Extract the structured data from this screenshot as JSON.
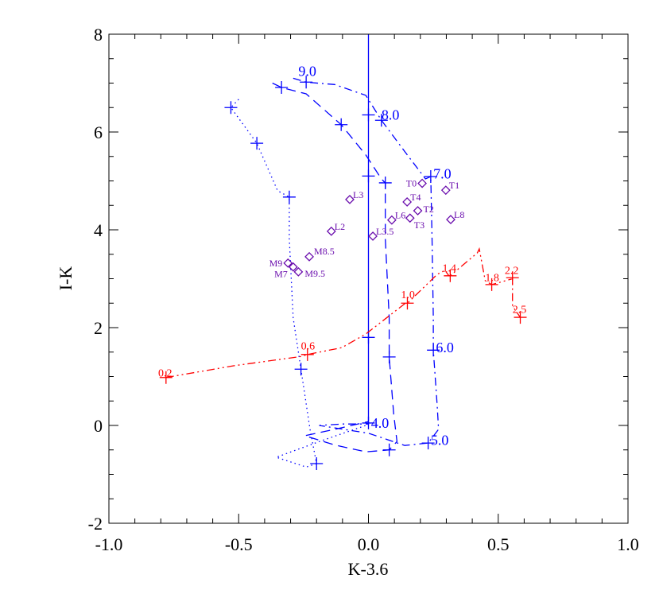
{
  "chart_data": {
    "type": "line",
    "xlabel": "K-3.6",
    "ylabel": "I-K",
    "xlim": [
      -1.0,
      1.0
    ],
    "ylim": [
      -2,
      8
    ],
    "xticks": [
      "-1.0",
      "-0.5",
      "0.0",
      "0.5",
      "1.0"
    ],
    "xtick_values": [
      -1.0,
      -0.5,
      0.0,
      0.5,
      1.0
    ],
    "yticks": [
      "-2",
      "0",
      "2",
      "4",
      "6",
      "8"
    ],
    "ytick_values": [
      -2,
      0,
      2,
      4,
      6,
      8
    ],
    "grid": false,
    "colors": {
      "blue": "#0000ff",
      "red": "#ff0000",
      "purple": "#6a0dad",
      "axis": "#000000"
    },
    "series": [
      {
        "style": "solid",
        "color": "blue",
        "points": [
          [
            0,
            0
          ],
          [
            0,
            8
          ]
        ],
        "markers": [
          [
            0,
            0.05
          ],
          [
            0,
            1.8
          ],
          [
            0,
            5.1
          ],
          [
            0,
            6.35
          ]
        ]
      },
      {
        "style": "dotted",
        "color": "blue",
        "points": [
          [
            -0.5,
            6.67
          ],
          [
            -0.53,
            6.5
          ],
          [
            -0.43,
            5.77
          ],
          [
            -0.35,
            4.8
          ],
          [
            -0.305,
            4.67
          ],
          [
            -0.305,
            3.82
          ],
          [
            -0.29,
            2.2
          ],
          [
            -0.26,
            1.15
          ],
          [
            -0.225,
            -0.08
          ],
          [
            -0.2,
            -0.78
          ],
          [
            -0.24,
            -0.85
          ],
          [
            -0.355,
            -0.65
          ],
          [
            -0.19,
            -0.33
          ],
          [
            -0.01,
            0.0
          ]
        ],
        "markers": [
          [
            -0.53,
            6.5
          ],
          [
            -0.43,
            5.77
          ],
          [
            -0.305,
            4.67
          ],
          [
            -0.26,
            1.15
          ],
          [
            -0.2,
            -0.78
          ]
        ]
      },
      {
        "style": "dashed",
        "color": "blue",
        "points": [
          [
            -0.37,
            7.0
          ],
          [
            -0.335,
            6.91
          ],
          [
            -0.24,
            6.78
          ],
          [
            -0.105,
            6.15
          ],
          [
            -0.01,
            5.53
          ],
          [
            0.05,
            5.04
          ],
          [
            0.065,
            4.96
          ],
          [
            0.065,
            3.82
          ],
          [
            0.08,
            2.2
          ],
          [
            0.08,
            1.4
          ],
          [
            0.097,
            0.24
          ],
          [
            0.11,
            -0.33
          ],
          [
            0.08,
            -0.5
          ],
          [
            -0.01,
            -0.54
          ],
          [
            -0.13,
            -0.4
          ],
          [
            -0.245,
            -0.21
          ],
          [
            -0.13,
            -0.08
          ],
          [
            0,
            0.08
          ]
        ],
        "markers": [
          [
            -0.335,
            6.91
          ],
          [
            -0.105,
            6.15
          ],
          [
            0.065,
            4.96
          ],
          [
            0.08,
            1.4
          ],
          [
            0.08,
            -0.5
          ]
        ]
      },
      {
        "style": "dashdot",
        "color": "blue",
        "points": [
          [
            -0.29,
            7.1
          ],
          [
            -0.24,
            7.02
          ],
          [
            -0.13,
            6.97
          ],
          [
            -0.01,
            6.75
          ],
          [
            0.05,
            6.24
          ],
          [
            0.14,
            5.6
          ],
          [
            0.22,
            5.04
          ],
          [
            0.24,
            5.09
          ],
          [
            0.245,
            3.82
          ],
          [
            0.25,
            2.2
          ],
          [
            0.25,
            1.54
          ],
          [
            0.265,
            0.4
          ],
          [
            0.27,
            -0.08
          ],
          [
            0.23,
            -0.36
          ],
          [
            0.14,
            -0.41
          ],
          [
            0,
            -0.16
          ],
          [
            -0.19,
            0.0
          ],
          [
            -0.1,
            0.03
          ],
          [
            0,
            0.03
          ]
        ],
        "markers": [
          [
            -0.24,
            7.02
          ],
          [
            0.05,
            6.24
          ],
          [
            0.24,
            5.09
          ],
          [
            0.25,
            1.54
          ],
          [
            0.23,
            -0.36
          ]
        ]
      },
      {
        "style": "dashdotdot",
        "color": "red",
        "points": [
          [
            -0.78,
            0.98
          ],
          [
            -0.52,
            1.22
          ],
          [
            -0.26,
            1.41
          ],
          [
            -0.235,
            1.45
          ],
          [
            -0.103,
            1.59
          ],
          [
            -0.01,
            1.87
          ],
          [
            0.14,
            2.49
          ],
          [
            0.15,
            2.5
          ],
          [
            0.265,
            3.09
          ],
          [
            0.295,
            3.17
          ],
          [
            0.31,
            3.06
          ],
          [
            0.315,
            3.06
          ],
          [
            0.42,
            3.53
          ],
          [
            0.427,
            3.61
          ],
          [
            0.45,
            2.96
          ],
          [
            0.475,
            2.88
          ],
          [
            0.555,
            3.0
          ],
          [
            0.555,
            3.02
          ],
          [
            0.555,
            2.44
          ],
          [
            0.585,
            2.21
          ]
        ],
        "markers": [
          [
            -0.78,
            0.98
          ],
          [
            -0.235,
            1.45
          ],
          [
            0.15,
            2.5
          ],
          [
            0.315,
            3.06
          ],
          [
            0.475,
            2.88
          ],
          [
            0.555,
            3.02
          ],
          [
            0.585,
            2.21
          ]
        ]
      }
    ],
    "annotations": [
      {
        "text": "9.0",
        "x": -0.27,
        "y": 7.15,
        "color": "blue",
        "size": "large"
      },
      {
        "text": "8.0",
        "x": 0.05,
        "y": 6.25,
        "color": "blue",
        "size": "large"
      },
      {
        "text": "7.0",
        "x": 0.25,
        "y": 5.05,
        "color": "blue",
        "size": "large"
      },
      {
        "text": "6.0",
        "x": 0.26,
        "y": 1.5,
        "color": "blue",
        "size": "large"
      },
      {
        "text": "5.0",
        "x": 0.24,
        "y": -0.4,
        "color": "blue",
        "size": "large"
      },
      {
        "text": "4.0",
        "x": 0.01,
        "y": -0.05,
        "color": "blue",
        "size": "large"
      },
      {
        "text": "0.2",
        "x": -0.81,
        "y": 1.0,
        "color": "red",
        "size": "small"
      },
      {
        "text": "0.6",
        "x": -0.26,
        "y": 1.55,
        "color": "red",
        "size": "small"
      },
      {
        "text": "1.0",
        "x": 0.125,
        "y": 2.6,
        "color": "red",
        "size": "small"
      },
      {
        "text": "1.4",
        "x": 0.285,
        "y": 3.15,
        "color": "red",
        "size": "small"
      },
      {
        "text": "1.8",
        "x": 0.45,
        "y": 2.95,
        "color": "red",
        "size": "small"
      },
      {
        "text": "2.2",
        "x": 0.525,
        "y": 3.1,
        "color": "red",
        "size": "small"
      },
      {
        "text": "2.5",
        "x": 0.555,
        "y": 2.3,
        "color": "red",
        "size": "small"
      }
    ],
    "objects": [
      {
        "label": "L3",
        "x": -0.072,
        "y": 4.62
      },
      {
        "label": "L2",
        "x": -0.143,
        "y": 3.97
      },
      {
        "label": "L3.5",
        "x": 0.017,
        "y": 3.87
      },
      {
        "label": "L6",
        "x": 0.09,
        "y": 4.2
      },
      {
        "label": "T3",
        "x": 0.16,
        "y": 4.24
      },
      {
        "label": "T2",
        "x": 0.19,
        "y": 4.39
      },
      {
        "label": "T4",
        "x": 0.149,
        "y": 4.57
      },
      {
        "label": "T0",
        "x": 0.207,
        "y": 4.95
      },
      {
        "label": "T1",
        "x": 0.298,
        "y": 4.81
      },
      {
        "label": "L8",
        "x": 0.317,
        "y": 4.21
      },
      {
        "label": "M8.5",
        "x": -0.228,
        "y": 3.45
      },
      {
        "label": "M9",
        "x": -0.31,
        "y": 3.32
      },
      {
        "label": "M7",
        "x": -0.29,
        "y": 3.24
      },
      {
        "label": "M9.5",
        "x": -0.27,
        "y": 3.14
      }
    ]
  }
}
